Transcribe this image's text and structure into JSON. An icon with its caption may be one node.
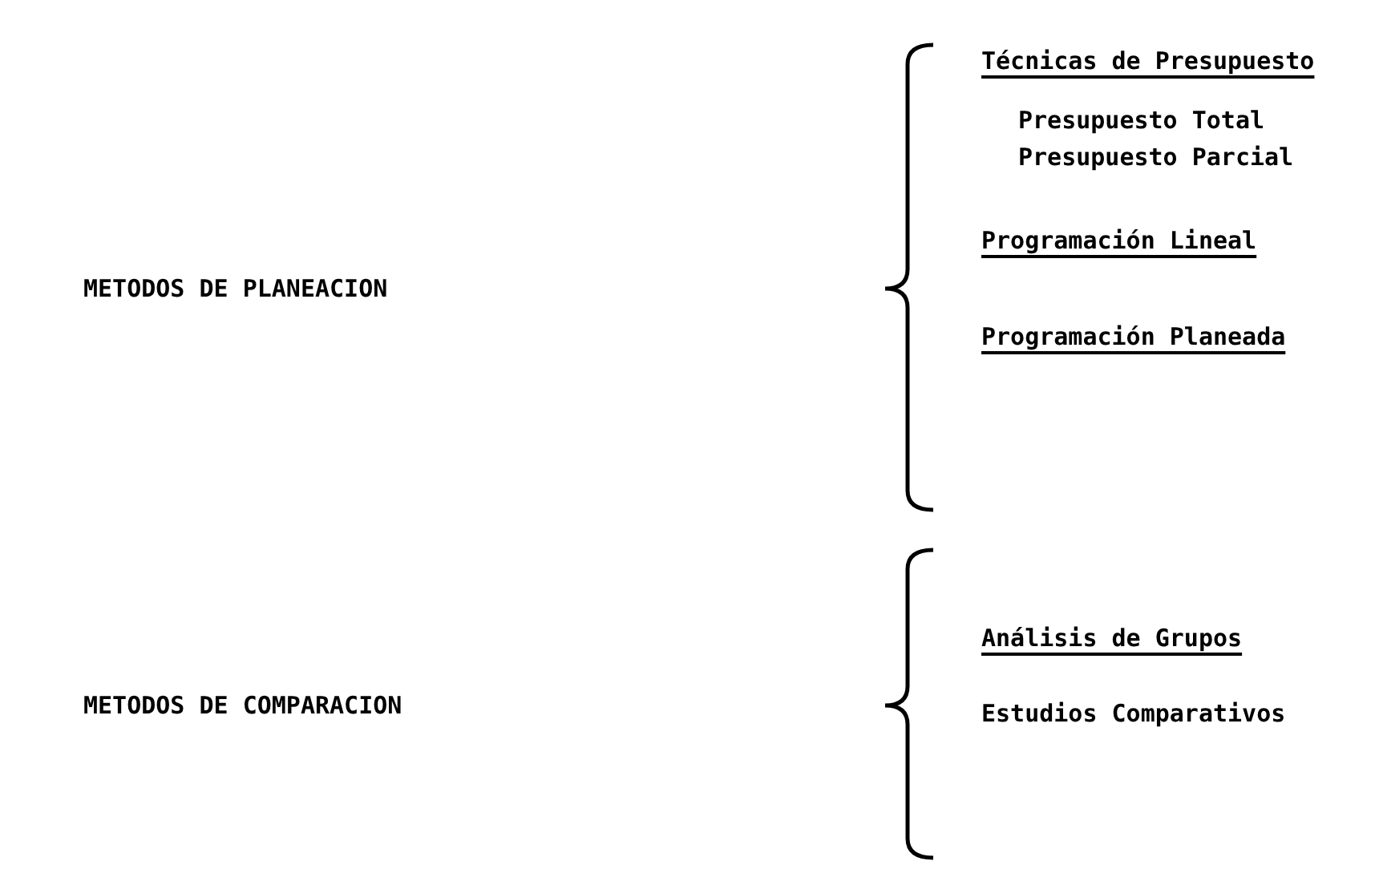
{
  "diagram": {
    "labels": [
      "METODOS DE PLANEACION",
      "Técnicas de Presupuesto",
      "Presupuesto Total",
      "Presupuesto Parcial",
      "Programación Lineal",
      "Programación Planeada",
      "METODOS DE COMPARACION",
      "Análisis de Grupos",
      "Estudios Comparativos"
    ]
  }
}
